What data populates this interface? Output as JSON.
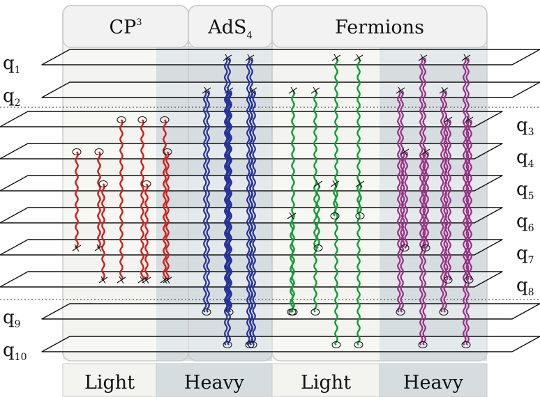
{
  "groups": [
    {
      "id": "cp3",
      "title_main": "CP",
      "title_sup": "3",
      "title_sub": ""
    },
    {
      "id": "ads4",
      "title_main": "AdS",
      "title_sup": "",
      "title_sub": "4"
    },
    {
      "id": "fermions",
      "title_main": "Fermions",
      "title_sup": "",
      "title_sub": ""
    }
  ],
  "bottom_labels": [
    "Light",
    "Heavy",
    "Light",
    "Heavy"
  ],
  "planes": [
    {
      "label": "q",
      "sub": "1",
      "side": "left"
    },
    {
      "label": "q",
      "sub": "2",
      "side": "left"
    },
    {
      "label": "q",
      "sub": "3",
      "side": "right"
    },
    {
      "label": "q",
      "sub": "4",
      "side": "right"
    },
    {
      "label": "q",
      "sub": "5",
      "side": "right"
    },
    {
      "label": "q",
      "sub": "6",
      "side": "right"
    },
    {
      "label": "q",
      "sub": "7",
      "side": "right"
    },
    {
      "label": "q",
      "sub": "8",
      "side": "right"
    },
    {
      "label": "q",
      "sub": "9",
      "side": "left"
    },
    {
      "label": "q",
      "sub": "10",
      "side": "left"
    }
  ],
  "colors": {
    "cp3": "#d11f1f",
    "ads4": "#25309a",
    "fermions_light": "#149c3a",
    "fermions_heavy": "#9a2f86",
    "light_bg": "#f3f4ef",
    "heavy_bg": "#d6dde0",
    "header_bg": "#f2f2f2",
    "border": "#c9c9c9",
    "plane_line": "#111111"
  }
}
